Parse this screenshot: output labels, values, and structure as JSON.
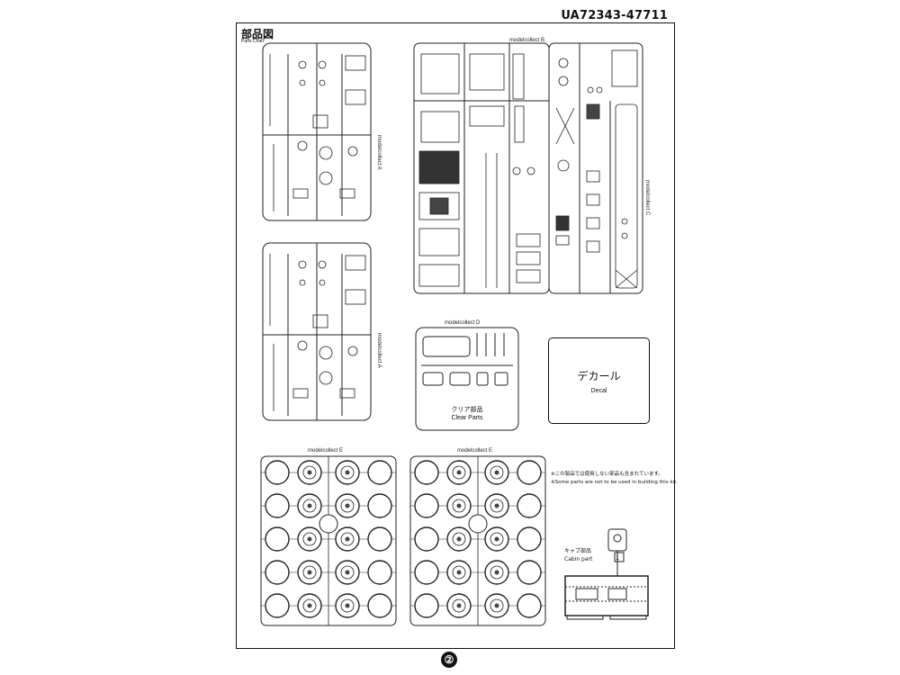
{
  "document": {
    "code": "UA72343-47711",
    "title": "部品図",
    "subtitle": "Parts Chart",
    "page_number": "②"
  },
  "sprues": {
    "a_upper_label": "modelcollect A",
    "a_lower_label": "modelcollect A",
    "b_label": "modelcollect B",
    "c_label": "modelcollect C",
    "d_label": "modelcollect D",
    "wheel_left_label": "modelcollect E",
    "wheel_right_label": "modelcollect E"
  },
  "decal": {
    "label_jp": "デカール",
    "label_en": "Decal"
  },
  "clear_parts": {
    "label_jp": "クリア部品",
    "label_en": "Clear Parts"
  },
  "notes": {
    "jp": "※この製品では使用しない部品も含まれています。",
    "en": "※Some parts are not to be used in building this kit."
  },
  "cabin": {
    "label_jp": "キャブ部品",
    "label_en": "Cabin part",
    "marker": "1"
  }
}
